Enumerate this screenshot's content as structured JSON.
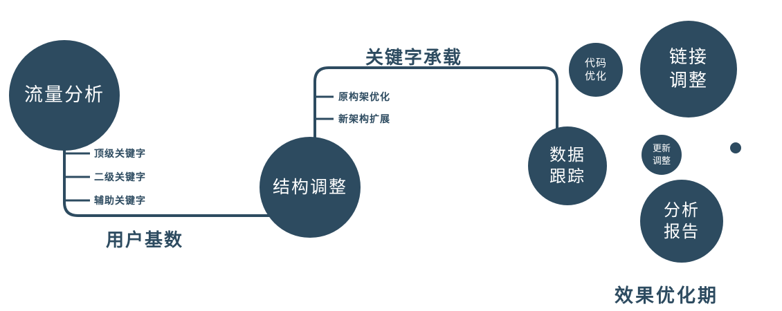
{
  "palette": {
    "navy": "#2d4b60",
    "node_text": "#ffffff",
    "background": "#ffffff"
  },
  "nodes": {
    "traffic": {
      "label": "流量分析"
    },
    "structure": {
      "label": "结构调整"
    },
    "data_tracking": {
      "line1": "数据",
      "line2": "跟踪"
    },
    "code_optimization": {
      "line1": "代码",
      "line2": "优化"
    },
    "link_adjustment": {
      "line1": "链接",
      "line2": "调整"
    },
    "update_adjustment": {
      "line1": "更新",
      "line2": "调整"
    },
    "analysis_report": {
      "line1": "分析",
      "line2": "报告"
    }
  },
  "edges": {
    "user_base_label": "用户基数",
    "keyword_carry_label": "关键字承载"
  },
  "branches": {
    "traffic": [
      "顶级关键字",
      "二级关键字",
      "辅助关键字"
    ],
    "structure": [
      "原构架优化",
      "新架构扩展"
    ]
  },
  "footer": {
    "label": "效果优化期"
  }
}
